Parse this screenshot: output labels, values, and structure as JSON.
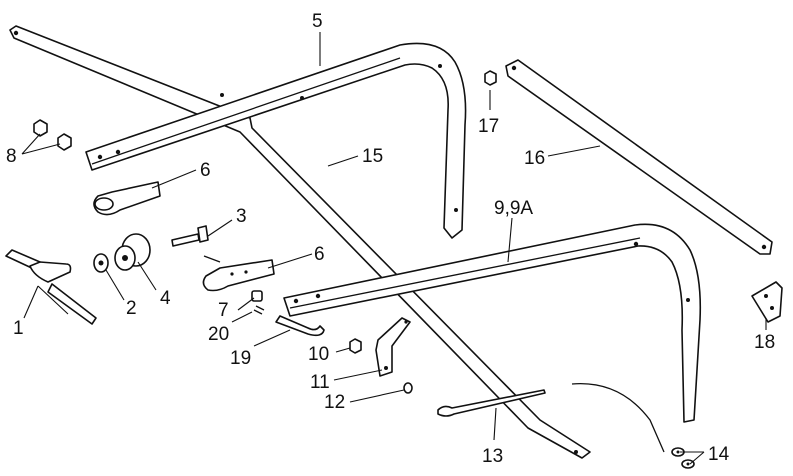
{
  "callouts": {
    "c1": "1",
    "c2": "2",
    "c3": "3",
    "c4": "4",
    "c5": "5",
    "c6a": "6",
    "c6b": "6",
    "c7": "7",
    "c8": "8",
    "c9": "9,9A",
    "c10": "10",
    "c11": "11",
    "c12": "12",
    "c13": "13",
    "c14": "14",
    "c15": "15",
    "c16": "16",
    "c17": "17",
    "c18": "18",
    "c19": "19",
    "c20": "20"
  }
}
